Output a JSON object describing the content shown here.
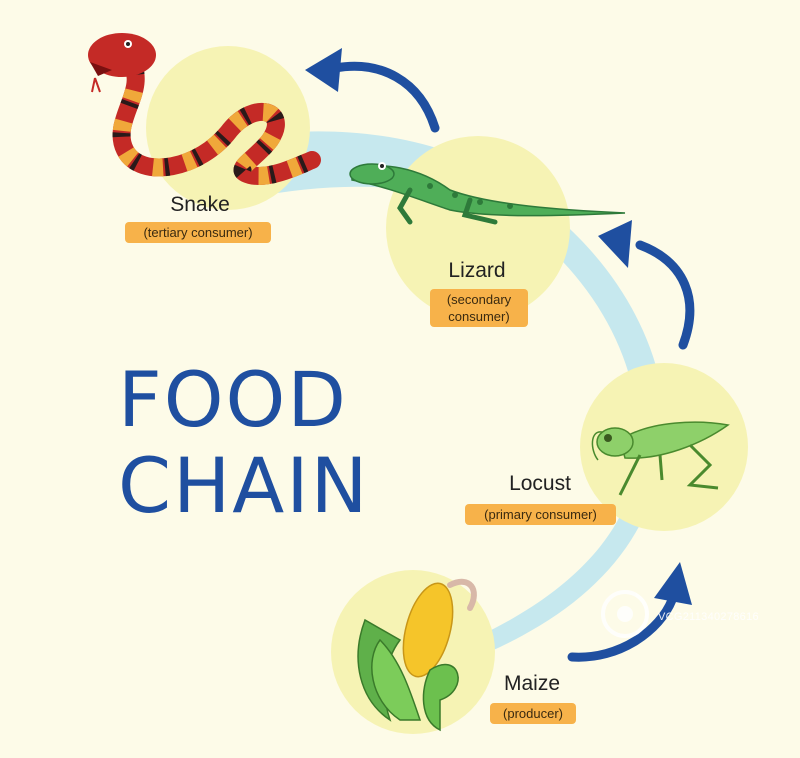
{
  "title": {
    "line1": "FOOD",
    "line2": "CHAIN"
  },
  "organisms": [
    {
      "name": "Snake",
      "role": "(tertiary consumer)",
      "icon": "snake-icon"
    },
    {
      "name": "Lizard",
      "role_line1": "(secondary",
      "role_line2": "consumer)",
      "icon": "lizard-icon"
    },
    {
      "name": "Locust",
      "role": "(primary consumer)",
      "icon": "locust-icon"
    },
    {
      "name": "Maize",
      "role": "(producer)",
      "icon": "maize-icon"
    }
  ],
  "watermark": {
    "logo": "VCG",
    "text": "VCG211340278616"
  },
  "colors": {
    "background": "#fdfbe8",
    "circle": "#f6f3b4",
    "band": "#c6e8ee",
    "arrow": "#1f4fa0",
    "title": "#1f4fa0",
    "badge": "#f7b24a"
  }
}
